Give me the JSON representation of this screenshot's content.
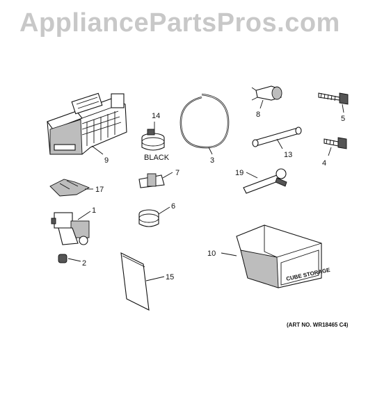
{
  "watermark": "AppliancePartsPros.com",
  "art_number": "(ART NO. WR18465 C4)",
  "parts": [
    {
      "id": "ice-maker",
      "callout": "9"
    },
    {
      "id": "wire-black",
      "callout": "14",
      "note": "BLACK"
    },
    {
      "id": "tube",
      "callout": "3"
    },
    {
      "id": "clip",
      "callout": "8"
    },
    {
      "id": "screw-long",
      "callout": "5"
    },
    {
      "id": "rod",
      "callout": "13"
    },
    {
      "id": "screw-short",
      "callout": "4"
    },
    {
      "id": "foam-pad",
      "callout": "17"
    },
    {
      "id": "fitting",
      "callout": "7"
    },
    {
      "id": "fill-tube",
      "callout": "19"
    },
    {
      "id": "water-valve",
      "callout": "1"
    },
    {
      "id": "clamp",
      "callout": "6"
    },
    {
      "id": "nut",
      "callout": "2"
    },
    {
      "id": "bucket",
      "callout": "10"
    },
    {
      "id": "instructions",
      "callout": "15"
    }
  ],
  "bucket_text": "CUBE STORAGE"
}
